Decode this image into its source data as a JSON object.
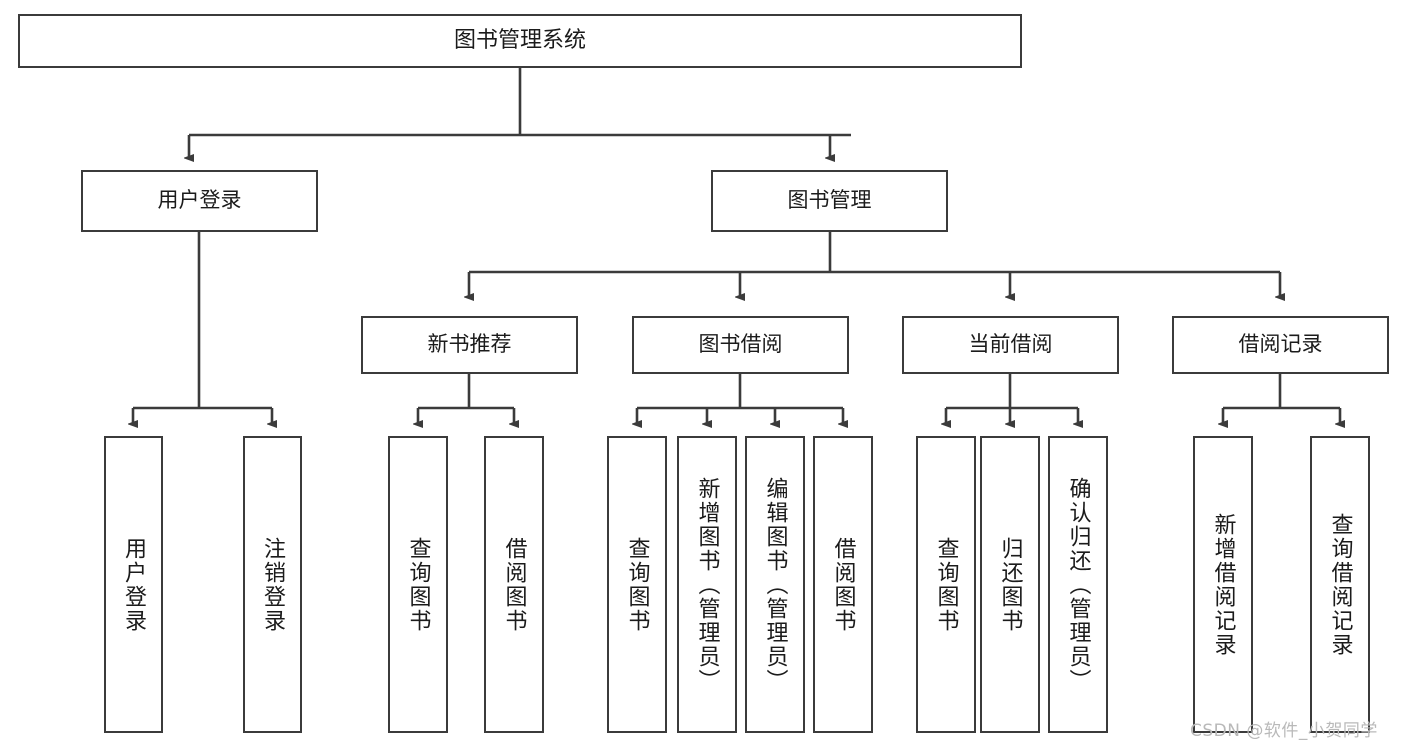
{
  "diagram": {
    "type": "tree-hierarchy-diagram",
    "title": "图书管理系统",
    "line_color": "#3b3b3b",
    "box_fill": "#ffffff",
    "text_color": "#1b1b1b",
    "nodes": {
      "root": {
        "label": "图书管理系统"
      },
      "level1": [
        {
          "label": "用户登录"
        },
        {
          "label": "图书管理"
        }
      ],
      "level2": [
        {
          "label": "新书推荐"
        },
        {
          "label": "图书借阅"
        },
        {
          "label": "当前借阅"
        },
        {
          "label": "借阅记录"
        }
      ],
      "leaves_user_login": [
        {
          "label": "用户登录"
        },
        {
          "label": "注销登录"
        }
      ],
      "leaves_new_book": [
        {
          "label": "查询图书"
        },
        {
          "label": "借阅图书"
        }
      ],
      "leaves_borrow": [
        {
          "label": "查询图书"
        },
        {
          "label": "新增图书（管理员）"
        },
        {
          "label": "编辑图书（管理员）"
        },
        {
          "label": "借阅图书"
        }
      ],
      "leaves_current": [
        {
          "label": "查询图书"
        },
        {
          "label": "归还图书"
        },
        {
          "label": "确认归还（管理员）"
        }
      ],
      "leaves_record": [
        {
          "label": "新增借阅记录"
        },
        {
          "label": "查询借阅记录"
        }
      ]
    }
  },
  "watermark": {
    "text": "CSDN @软件_小贺同学",
    "color": "#b9b9b9"
  }
}
